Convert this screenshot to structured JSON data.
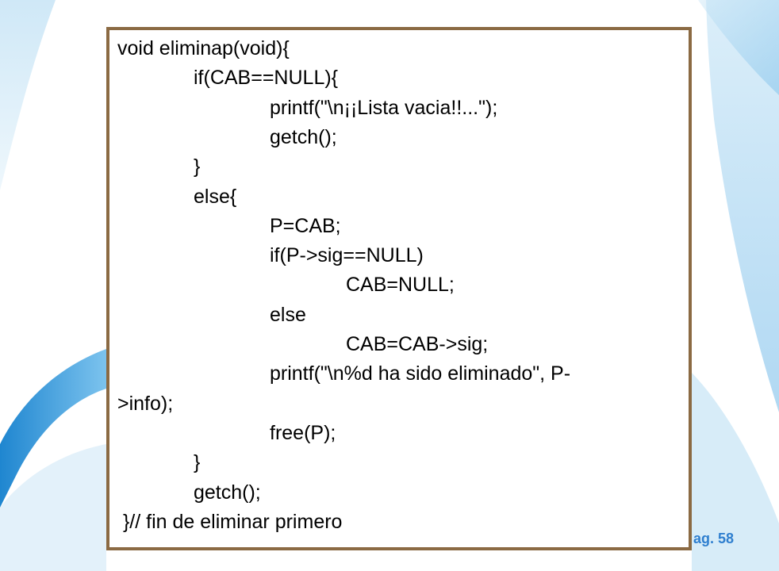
{
  "slide": {
    "page_label": "ag. 58",
    "code_lines": [
      {
        "indent": 0,
        "text": "void eliminap(void){"
      },
      {
        "indent": 1,
        "text": "if(CAB==NULL){"
      },
      {
        "indent": 2,
        "text": "printf(\"\\n¡¡Lista vacia!!...\");"
      },
      {
        "indent": 2,
        "text": "getch();"
      },
      {
        "indent": 1,
        "text": "}"
      },
      {
        "indent": 1,
        "text": "else{"
      },
      {
        "indent": 2,
        "text": "P=CAB;"
      },
      {
        "indent": 2,
        "text": "if(P->sig==NULL)"
      },
      {
        "indent": 3,
        "text": "CAB=NULL;"
      },
      {
        "indent": 2,
        "text": "else"
      },
      {
        "indent": 3,
        "text": "CAB=CAB->sig;"
      },
      {
        "indent": 2,
        "text": "printf(\"\\n%d ha sido eliminado\", P-"
      },
      {
        "indent": 0,
        "text": ">info);"
      },
      {
        "indent": 2,
        "text": "free(P);"
      },
      {
        "indent": 1,
        "text": "}"
      },
      {
        "indent": 1,
        "text": "getch();"
      },
      {
        "indent": 0,
        "text": " }// fin de eliminar primero"
      }
    ]
  },
  "colors": {
    "frame_border": "#8b6a43",
    "page_number": "#2f7fcf",
    "swoosh_light": "#d6ecf8",
    "swoosh_mid": "#7fc1ea",
    "swoosh_dark": "#2a8fd6"
  }
}
